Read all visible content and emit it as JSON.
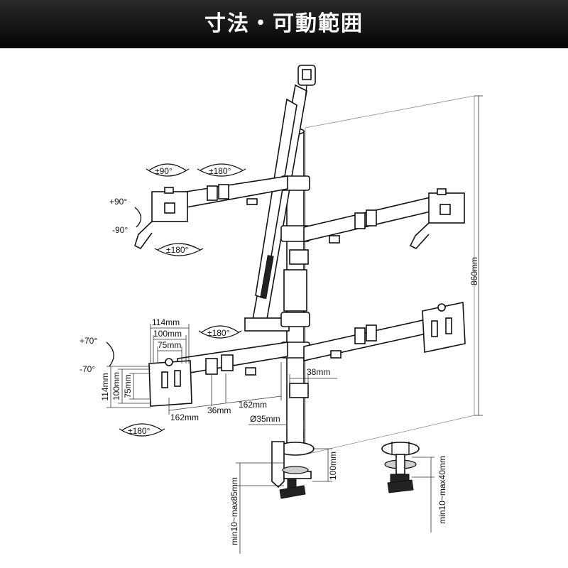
{
  "header": {
    "title": "寸法・可動範囲"
  },
  "rotation": {
    "tilt_top": "±90°",
    "swivel_top": "±180°",
    "tilt_plus_top": "+90°",
    "tilt_minus_top": "-90°",
    "rotate_top": "±180°",
    "tilt_plus_bottom": "+70°",
    "tilt_minus_bottom": "-70°",
    "swivel_bottom": "±180°",
    "rotate_bottom": "±180°"
  },
  "dims": {
    "vesa_114_h": "114mm",
    "vesa_100_h": "100mm",
    "vesa_75_h": "75mm",
    "vesa_114_v": "114mm",
    "vesa_100_v": "100mm",
    "vesa_75_v": "75mm",
    "arm_seg1": "162mm",
    "arm_seg2": "36mm",
    "arm_seg3": "162mm",
    "collar": "38mm",
    "pole_dia": "Ø35mm",
    "pole_height": "860mm",
    "clamp_range": "min10~max85mm",
    "clamp_depth": "100mm",
    "grommet_range": "min10~max40mm"
  }
}
